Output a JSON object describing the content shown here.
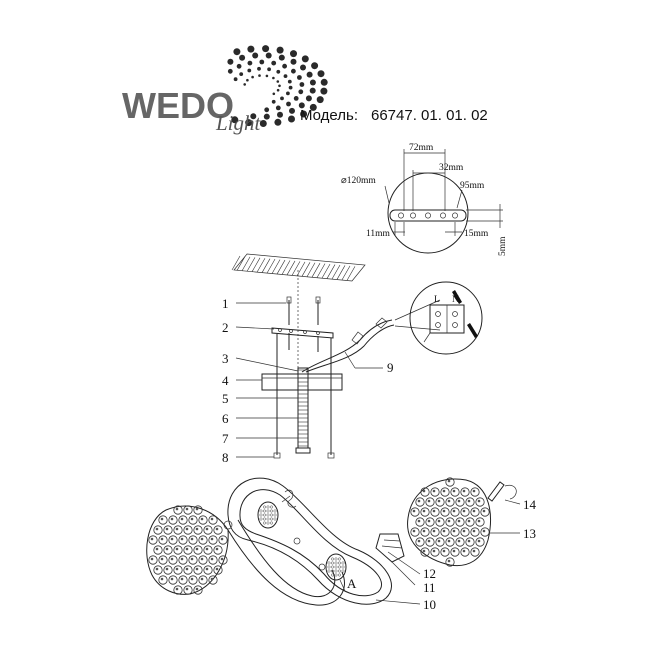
{
  "brand": {
    "name": "WEDO",
    "tagline": "Light"
  },
  "model": {
    "label": "Модель:",
    "number": "66747. 01. 01. 02"
  },
  "mounting_plate": {
    "dims": {
      "d120": "⌀120mm",
      "w72": "72mm",
      "w32": "32mm",
      "w95": "95mm",
      "w11": "11mm",
      "w15": "15mm",
      "t5": "5mm"
    }
  },
  "terminal_block": {
    "l": "L",
    "n": "N"
  },
  "callouts": [
    "1",
    "2",
    "3",
    "4",
    "5",
    "6",
    "7",
    "8",
    "9",
    "10",
    "11",
    "12",
    "13",
    "14",
    "A"
  ],
  "colors": {
    "line": "#222222",
    "logo_gray": "#666666",
    "logo_dark": "#2a2a2a"
  }
}
